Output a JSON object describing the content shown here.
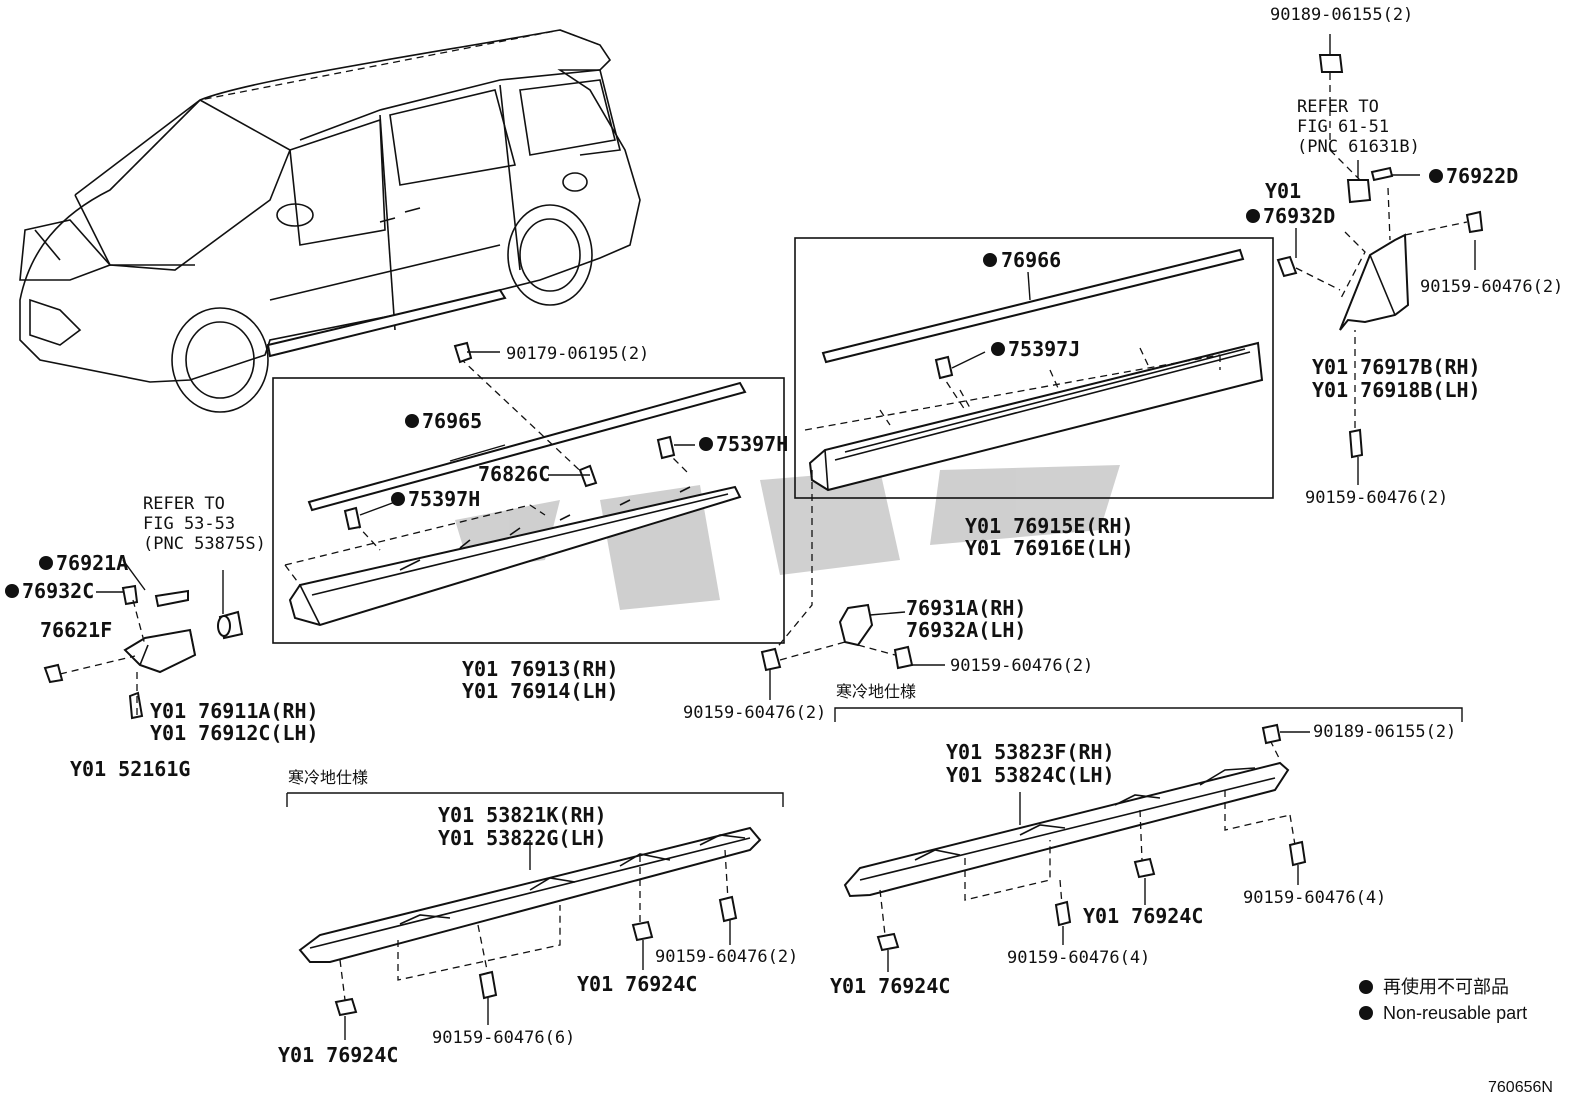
{
  "diagram": {
    "figure_id": "760656N",
    "cold_spec_label": "寒冷地仕様",
    "legend": {
      "jp": "再使用不可部品",
      "en": "Non-reusable part"
    },
    "labels": {
      "bolt_top_right": "90189-06155(2)",
      "refer_61_1": "REFER TO",
      "refer_61_2": "FIG 61-51",
      "refer_61_3": "(PNC 61631B)",
      "p76922D": "76922D",
      "y01_a": "Y01",
      "p76932D": "76932D",
      "clip_right": "90159-60476(2)",
      "p76917B": "Y01 76917B(RH)",
      "p76918B": "Y01 76918B(LH)",
      "clip_right_low": "90159-60476(2)",
      "p76966": "76966",
      "p75397J": "75397J",
      "p76915E": "Y01 76915E(RH)",
      "p76916E": "Y01 76916E(LH)",
      "p90179": "90179-06195(2)",
      "p76965": "76965",
      "p75397H_a": "75397H",
      "p76826C": "76826C",
      "p75397H_b": "75397H",
      "p76913": "Y01 76913(RH)",
      "p76914": "Y01 76914(LH)",
      "refer_53_1": "REFER TO",
      "refer_53_2": "FIG 53-53",
      "refer_53_3": "(PNC 53875S)",
      "p76921A": "76921A",
      "p76932C": "76932C",
      "p76621F": "76621F",
      "p76911A": "Y01 76911A(RH)",
      "p76912C": "Y01 76912C(LH)",
      "p52161G": "Y01 52161G",
      "p76931A": "76931A(RH)",
      "p76932A": "76932A(LH)",
      "clip_mid": "90159-60476(2)",
      "clip_mid_left": "90159-60476(2)",
      "p53823F": "Y01 53823F(RH)",
      "p53824C": "Y01 53824C(LH)",
      "bolt_right2": "90189-06155(2)",
      "clip_r4": "90159-60476(4)",
      "p76924C_r": "Y01 76924C",
      "clip_m4": "90159-60476(4)",
      "p76924C_m": "Y01 76924C",
      "p53821K": "Y01 53821K(RH)",
      "p53822G": "Y01 53822G(LH)",
      "clip_l2": "90159-60476(2)",
      "p76924C_l2": "Y01 76924C",
      "clip_l6": "90159-60476(6)",
      "p76924C_l": "Y01 76924C"
    }
  }
}
